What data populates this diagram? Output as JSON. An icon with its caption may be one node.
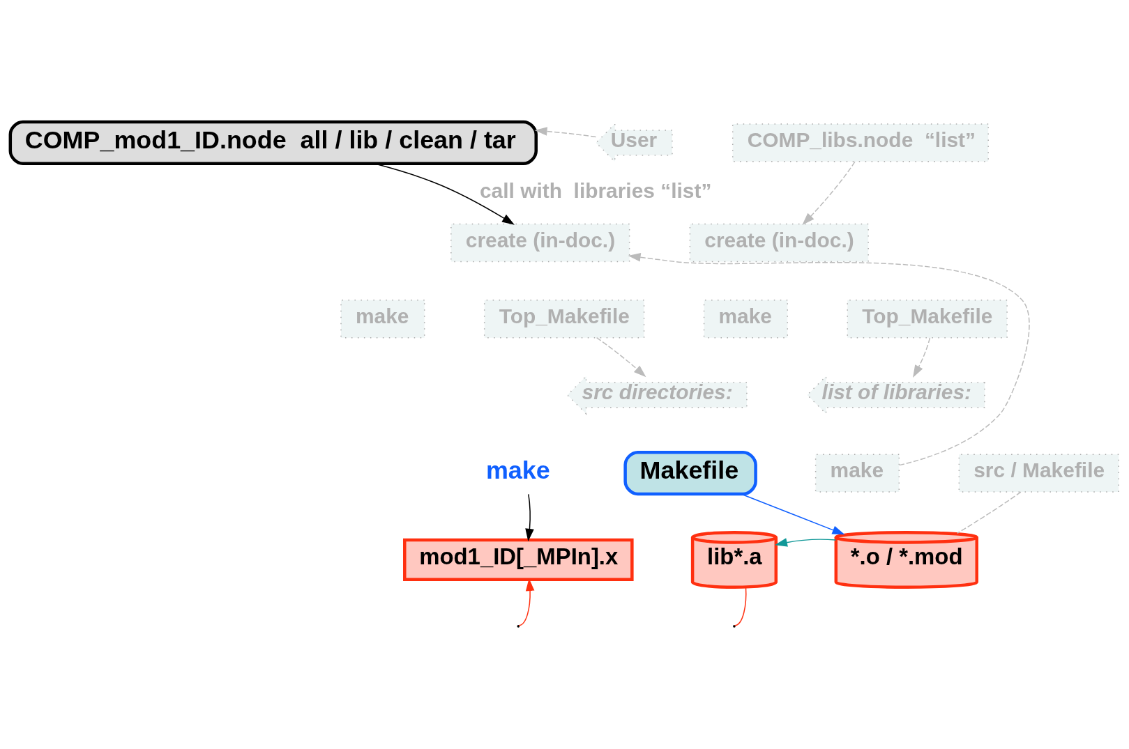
{
  "diagram": {
    "nodes": [
      {
        "text": [
          "COMP_mod1_ID.node  all / lib / clean / tar"
        ]
      },
      {
        "text": [
          "User"
        ]
      },
      {
        "text": [
          "create (in-doc.)"
        ]
      },
      {
        "text": [
          "make"
        ]
      },
      {
        "text": [
          "Top_Makefile"
        ]
      },
      {
        "text": [
          "src directories:"
        ]
      },
      {
        "text": [
          "make"
        ]
      },
      {
        "text": [
          "Makefile"
        ]
      },
      {
        "text": [
          "mod1_ID[_MPIn].x"
        ]
      },
      {
        "text": [
          "COMP_libs.node  “list”"
        ]
      },
      {
        "text": [
          "create (in-doc.)"
        ]
      },
      {
        "text": [
          "make"
        ]
      },
      {
        "text": [
          "Top_Makefile"
        ]
      },
      {
        "text": [
          "list of libraries:"
        ]
      },
      {
        "text": [
          "make"
        ]
      },
      {
        "text": [
          "src / Makefile"
        ]
      },
      {
        "text": [
          "lib*.a"
        ]
      },
      {
        "text": [
          "*.o / *.mod"
        ]
      }
    ],
    "edges": [
      {
        "from": 1,
        "to": 0,
        "arrow": "to",
        "style": "dashed",
        "color": "#bbbbbb"
      },
      {
        "from": 0,
        "to": 2,
        "arrow": "to",
        "label": "call with  libraries “list”",
        "color": "#000000"
      },
      {
        "from": 14,
        "to": 2,
        "arrow": "to",
        "style": "dashed",
        "color": "#bbbbbb"
      },
      {
        "from": 4,
        "to": 5,
        "arrow": "to",
        "style": "dashed",
        "color": "#bbbbbb"
      },
      {
        "from": 6,
        "to": 8,
        "arrow": "to",
        "color": "#000000"
      },
      {
        "from": 7,
        "to": 17,
        "arrow": "to",
        "color": "#1060ff"
      },
      {
        "from": 17,
        "to": 16,
        "arrow": "to",
        "color": "#109898"
      },
      {
        "from": null,
        "to": 8,
        "arrow": "to",
        "color": "#ff3010"
      },
      {
        "from": 16,
        "to": null,
        "arrow": "none",
        "color": "#ff3010"
      },
      {
        "from": 9,
        "to": 10,
        "arrow": "to",
        "style": "dashed",
        "color": "#bbbbbb"
      },
      {
        "from": 12,
        "to": 13,
        "arrow": "to",
        "style": "dashed",
        "color": "#bbbbbb"
      },
      {
        "from": 15,
        "to": 17,
        "arrow": "none",
        "style": "dashed",
        "color": "#bbbbbb"
      }
    ]
  }
}
